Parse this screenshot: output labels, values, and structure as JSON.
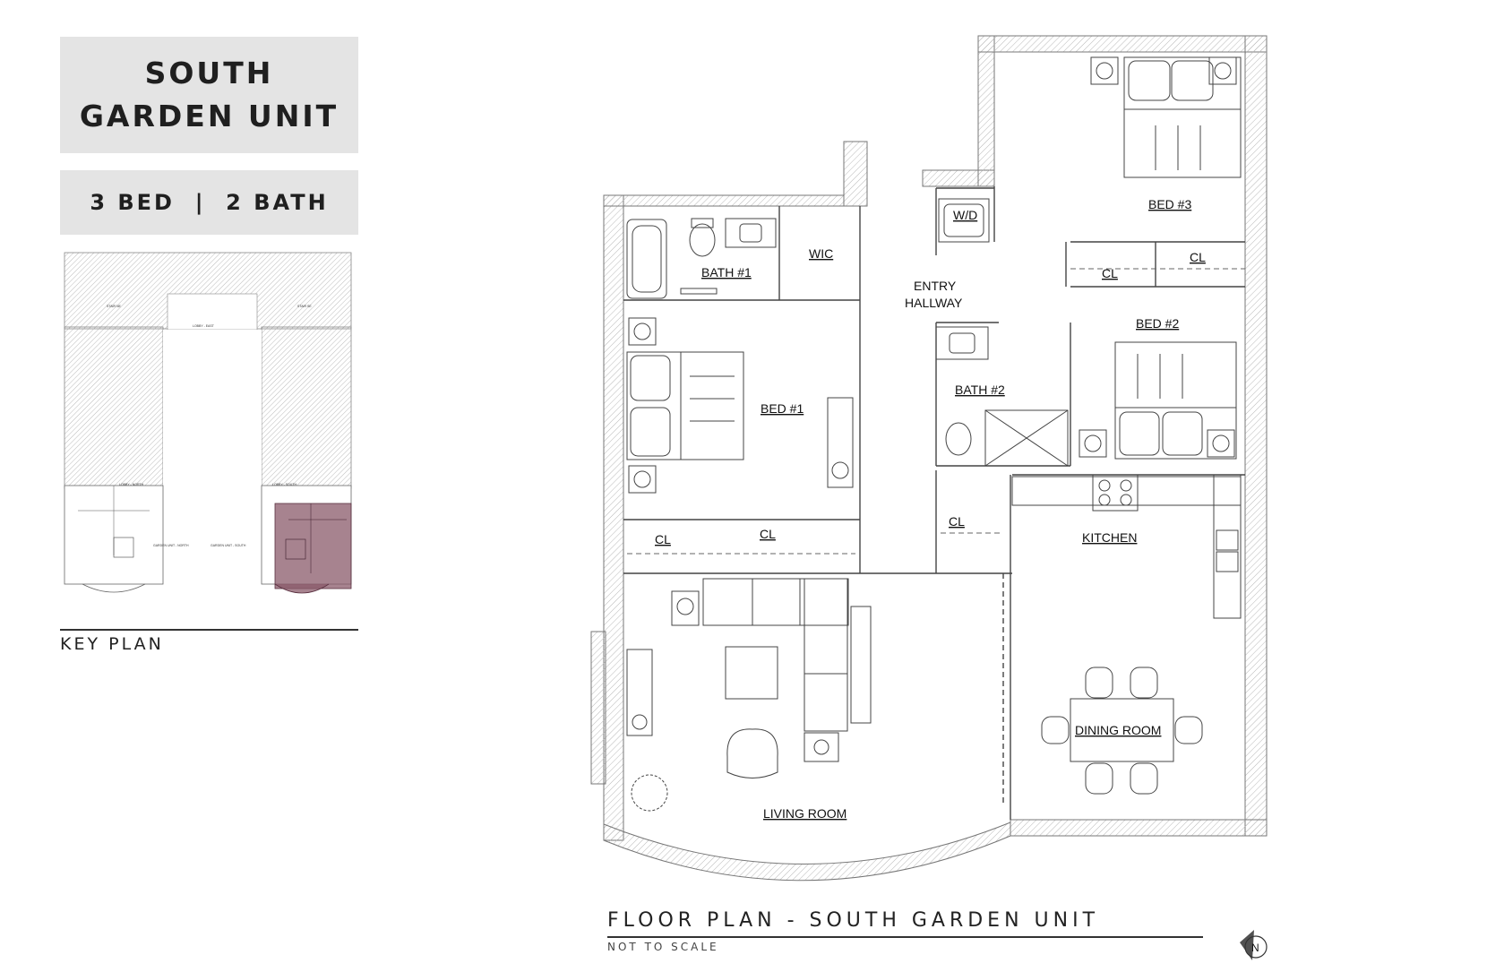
{
  "header": {
    "title_line1": "SOUTH",
    "title_line2": "GARDEN UNIT",
    "subtitle": "3 BED  |  2 BATH"
  },
  "key_plan": {
    "label": "KEY PLAN",
    "highlight_color": "#8a5a6a",
    "small_labels": [
      "LOBBY - EAST",
      "LOBBY - NORTH",
      "LOBBY - SOUTH",
      "GARDEN UNIT - NORTH",
      "GARDEN UNIT - SOUTH",
      "STAIR NE",
      "STAIR SE"
    ]
  },
  "floor_plan": {
    "title": "FLOOR PLAN - SOUTH GARDEN UNIT",
    "scale_note": "NOT TO SCALE",
    "north_arrow_letter": "N",
    "rooms": {
      "bath1": "BATH #1",
      "wic": "WIC",
      "entry_line1": "ENTRY",
      "entry_line2": "HALLWAY",
      "wd": "W/D",
      "bed3": "BED #3",
      "cl_bed3": "CL",
      "cl_hall": "CL",
      "bed2": "BED #2",
      "bath2": "BATH #2",
      "bed1": "BED #1",
      "cl_bed1a": "CL",
      "cl_bed1b": "CL",
      "cl_entry": "CL",
      "kitchen": "KITCHEN",
      "dining": "DINING ROOM",
      "living": "LIVING ROOM"
    }
  }
}
